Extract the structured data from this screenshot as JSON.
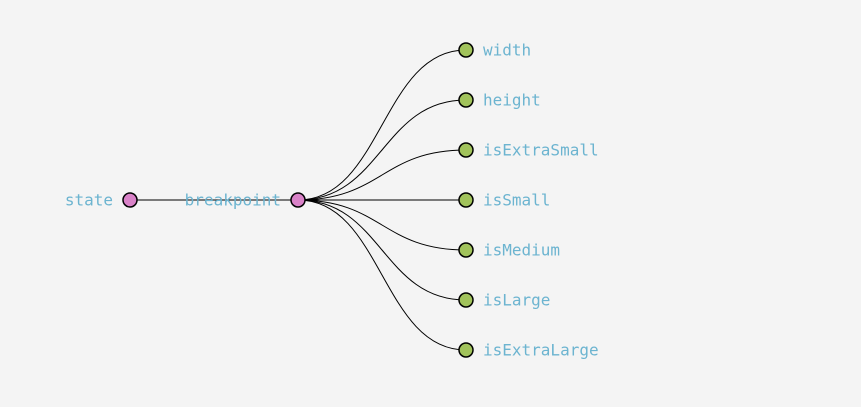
{
  "colors": {
    "background": "#f4f4f4",
    "parent_node_fill": "#d982c8",
    "leaf_node_fill": "#a1c35b",
    "label_text": "#6cb4d0",
    "link_stroke": "#000000"
  },
  "tree": {
    "root": {
      "label": "state",
      "type": "parent"
    },
    "child": {
      "label": "breakpoint",
      "type": "parent"
    },
    "leaves": [
      {
        "label": "width"
      },
      {
        "label": "height"
      },
      {
        "label": "isExtraSmall"
      },
      {
        "label": "isSmall"
      },
      {
        "label": "isMedium"
      },
      {
        "label": "isLarge"
      },
      {
        "label": "isExtraLarge"
      }
    ]
  }
}
